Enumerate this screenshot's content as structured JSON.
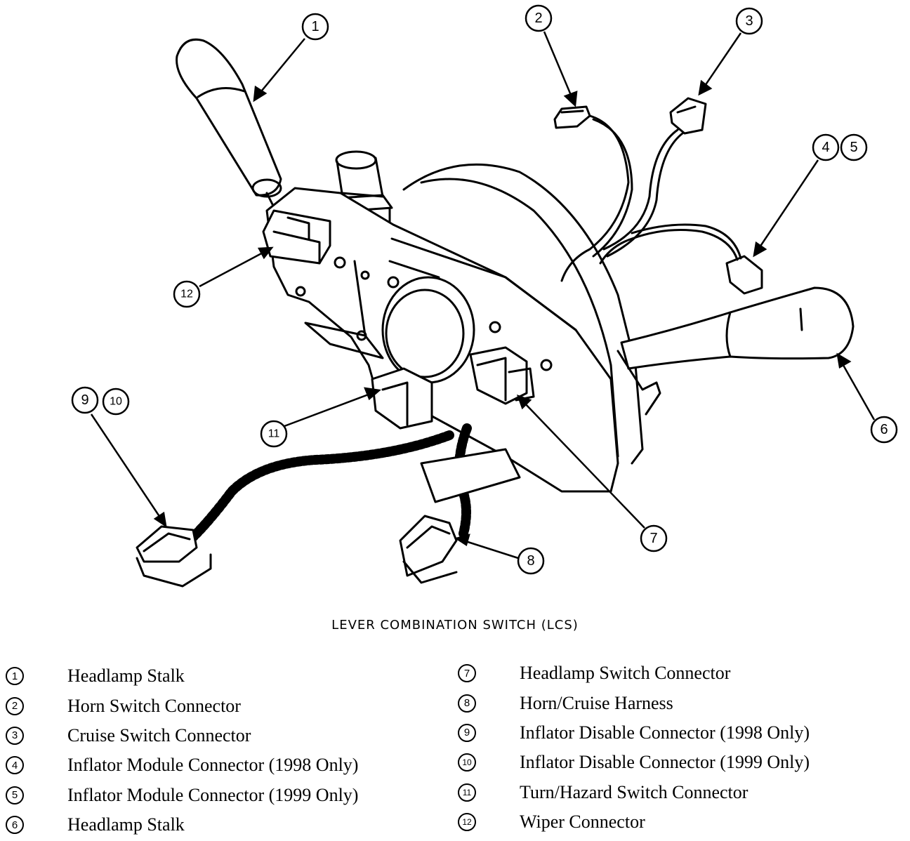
{
  "diagram": {
    "title": "LEVER COMBINATION SWITCH (LCS)",
    "callouts": [
      "1",
      "2",
      "3",
      "4",
      "5",
      "6",
      "7",
      "8",
      "9",
      "10",
      "11",
      "12"
    ]
  },
  "legend": {
    "left": [
      {
        "num": "1",
        "label": "Headlamp Stalk"
      },
      {
        "num": "2",
        "label": "Horn Switch Connector"
      },
      {
        "num": "3",
        "label": "Cruise Switch Connector"
      },
      {
        "num": "4",
        "label": "Inflator Module Connector (1998 Only)"
      },
      {
        "num": "5",
        "label": "Inflator Module Connector (1999 Only)"
      },
      {
        "num": "6",
        "label": "Headlamp Stalk"
      }
    ],
    "right": [
      {
        "num": "7",
        "label": "Headlamp Switch Connector"
      },
      {
        "num": "8",
        "label": "Horn/Cruise Harness"
      },
      {
        "num": "9",
        "label": "Inflator Disable Connector (1998 Only)"
      },
      {
        "num": "10",
        "label": "Inflator Disable Connector (1999 Only)"
      },
      {
        "num": "11",
        "label": "Turn/Hazard Switch Connector"
      },
      {
        "num": "12",
        "label": "Wiper Connector"
      }
    ]
  }
}
